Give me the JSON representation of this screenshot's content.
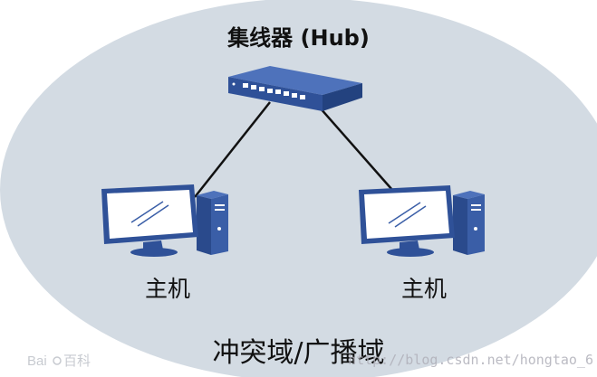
{
  "hub": {
    "label": "集线器 (Hub)"
  },
  "hosts": [
    {
      "label": "主机"
    },
    {
      "label": "主机"
    }
  ],
  "domain": {
    "label": "冲突域/广播域"
  },
  "watermark": {
    "url": "http://blog.csdn.net/hongtao_6"
  },
  "colors": {
    "ellipse_fill": "#d3dbe3",
    "device_blue": "#3a5ea7",
    "device_dark": "#2c4a86",
    "screen_white": "#ffffff",
    "link_line": "#111111"
  }
}
